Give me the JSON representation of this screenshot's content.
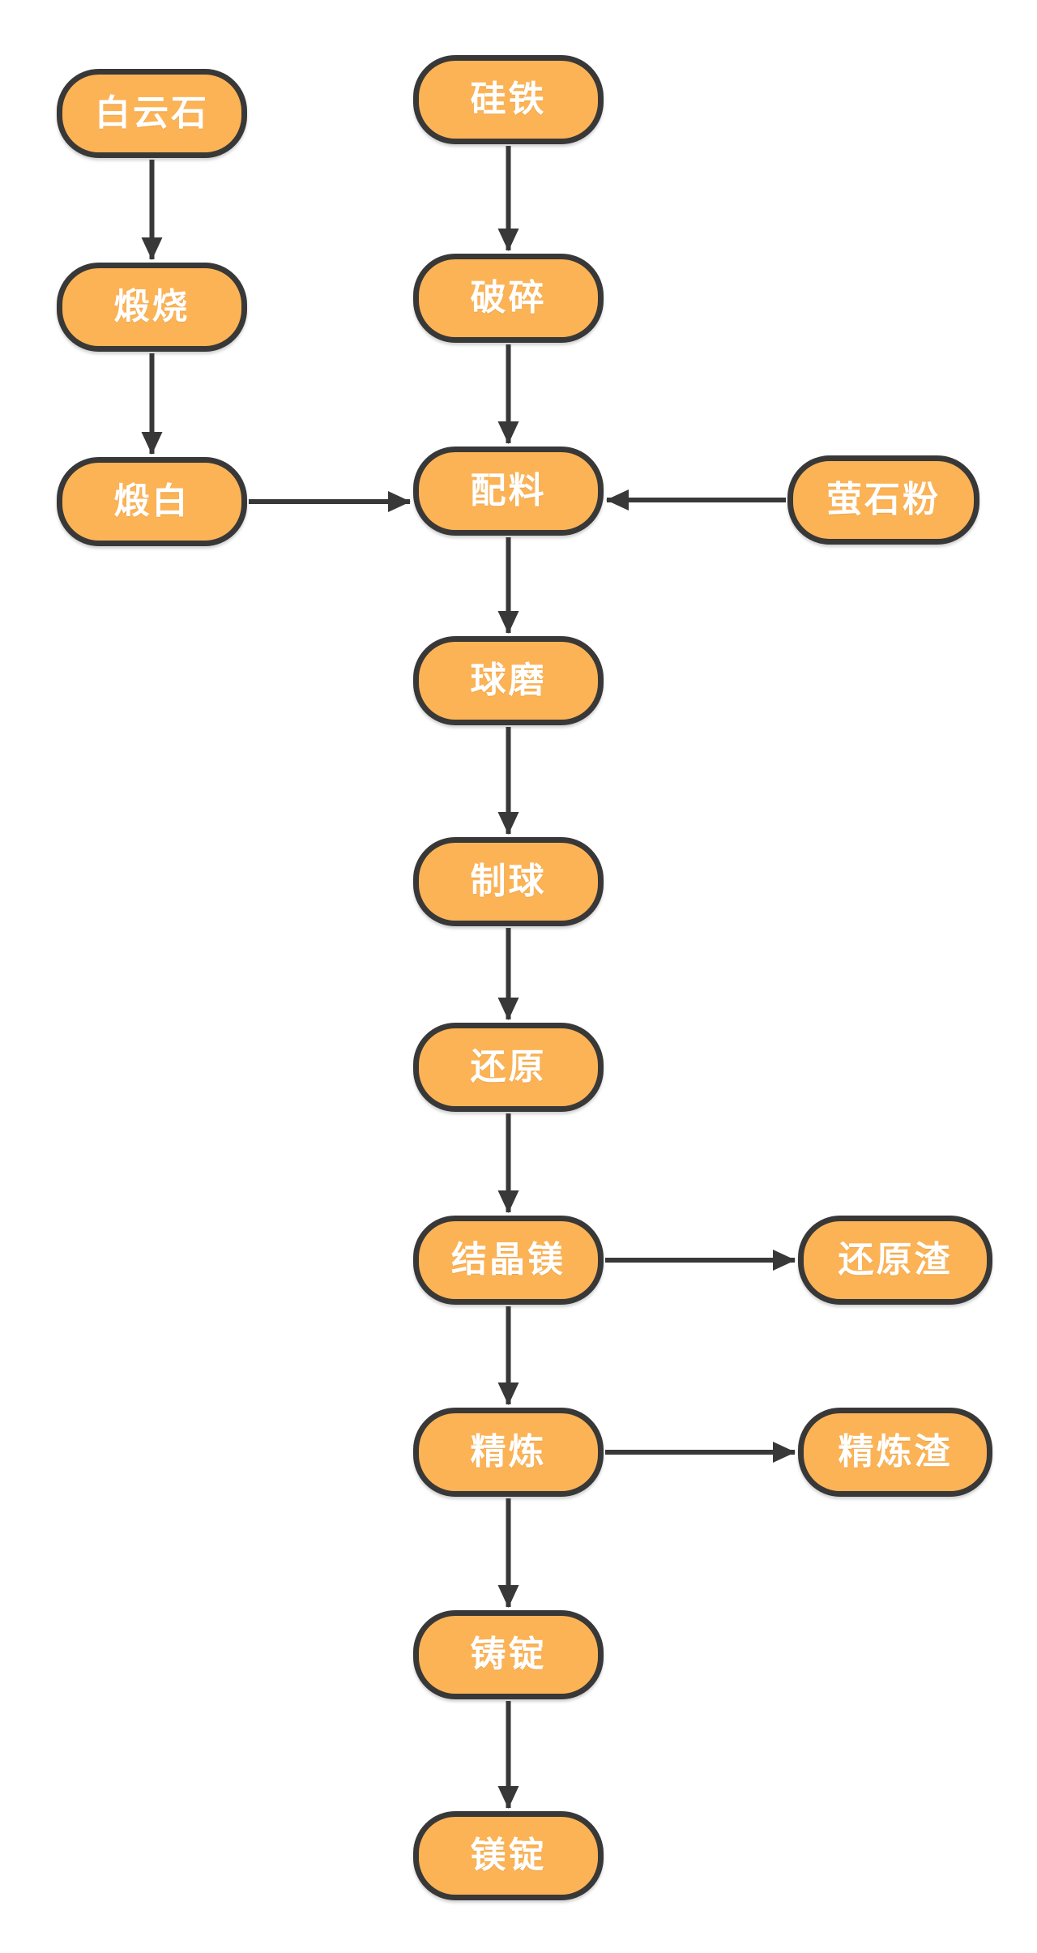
{
  "diagram": {
    "background": "#ffffff",
    "colors": {
      "node_fill": "#FCB355",
      "node_border": "#383838",
      "node_text": "#ffffff",
      "arrow": "#383838"
    },
    "nodes": [
      {
        "id": "dolomite",
        "label": "白云石"
      },
      {
        "id": "ferrosilicon",
        "label": "硅铁"
      },
      {
        "id": "calcination",
        "label": "煅烧"
      },
      {
        "id": "crushing",
        "label": "破碎"
      },
      {
        "id": "calcined-dolomite",
        "label": "煅白"
      },
      {
        "id": "batching",
        "label": "配料"
      },
      {
        "id": "fluorite-powder",
        "label": "萤石粉"
      },
      {
        "id": "ball-milling",
        "label": "球磨"
      },
      {
        "id": "pelletizing",
        "label": "制球"
      },
      {
        "id": "reduction",
        "label": "还原"
      },
      {
        "id": "crystalline-magnesium",
        "label": "结晶镁"
      },
      {
        "id": "reduction-slag",
        "label": "还原渣"
      },
      {
        "id": "refining",
        "label": "精炼"
      },
      {
        "id": "refining-slag",
        "label": "精炼渣"
      },
      {
        "id": "ingot-casting",
        "label": "铸锭"
      },
      {
        "id": "magnesium-ingot",
        "label": "镁锭"
      }
    ],
    "edges": [
      {
        "from": "dolomite",
        "to": "calcination"
      },
      {
        "from": "calcination",
        "to": "calcined-dolomite"
      },
      {
        "from": "calcined-dolomite",
        "to": "batching"
      },
      {
        "from": "ferrosilicon",
        "to": "crushing"
      },
      {
        "from": "crushing",
        "to": "batching"
      },
      {
        "from": "fluorite-powder",
        "to": "batching"
      },
      {
        "from": "batching",
        "to": "ball-milling"
      },
      {
        "from": "ball-milling",
        "to": "pelletizing"
      },
      {
        "from": "pelletizing",
        "to": "reduction"
      },
      {
        "from": "reduction",
        "to": "crystalline-magnesium"
      },
      {
        "from": "crystalline-magnesium",
        "to": "reduction-slag"
      },
      {
        "from": "crystalline-magnesium",
        "to": "refining"
      },
      {
        "from": "refining",
        "to": "refining-slag"
      },
      {
        "from": "refining",
        "to": "ingot-casting"
      },
      {
        "from": "ingot-casting",
        "to": "magnesium-ingot"
      }
    ]
  }
}
